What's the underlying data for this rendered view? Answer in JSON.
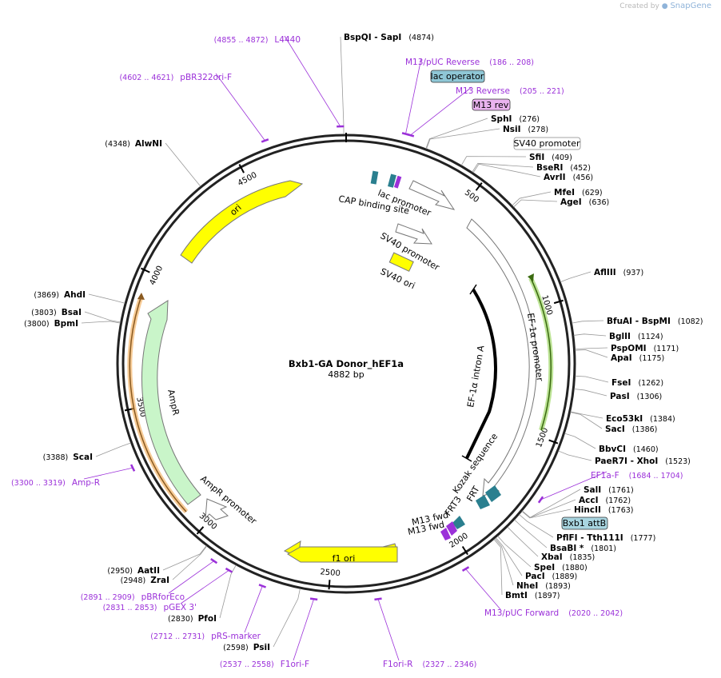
{
  "credit": {
    "prefix": "Created by",
    "brand": "SnapGene"
  },
  "plasmid": {
    "name": "Bxb1-GA Donor_hEF1a",
    "size_label": "4882 bp",
    "length": 4882
  },
  "colors": {
    "backbone": "#222222",
    "primer": "#9b30d9",
    "enzyme": "#000000",
    "feature_outline": "#888888",
    "ori": "#ffff00",
    "ampr": "#c9f5c9",
    "ef1a": "#ffffff",
    "ef1a_glow": "#8fd14f",
    "ampr_glow": "#f0a040",
    "frt": "#2a7f8f",
    "lac_operator": "#8fc7d6",
    "m13_rev": "#e9b3ee",
    "bxb1": "#a8d5e0"
  },
  "ticks": [
    {
      "pos": 500,
      "label": "500"
    },
    {
      "pos": 1000,
      "label": "1000"
    },
    {
      "pos": 1500,
      "label": "1500"
    },
    {
      "pos": 2000,
      "label": "2000"
    },
    {
      "pos": 2500,
      "label": "2500"
    },
    {
      "pos": 3000,
      "label": "3000"
    },
    {
      "pos": 3500,
      "label": "3500"
    },
    {
      "pos": 4000,
      "label": "4000"
    },
    {
      "pos": 4500,
      "label": "4500"
    }
  ],
  "enzymes_right": [
    {
      "name": "BspQI",
      "name2": "SapI",
      "pos": "(4874)"
    },
    {
      "name": "SphI",
      "pos": "(276)"
    },
    {
      "name": "NsiI",
      "pos": "(278)"
    },
    {
      "name": "SfiI",
      "pos": "(409)"
    },
    {
      "name": "BseRI",
      "pos": "(452)"
    },
    {
      "name": "AvrII",
      "pos": "(456)"
    },
    {
      "name": "MfeI",
      "pos": "(629)"
    },
    {
      "name": "AgeI",
      "pos": "(636)"
    },
    {
      "name": "AflIII",
      "pos": "(937)"
    },
    {
      "name": "BfuAI",
      "name2": "BspMI",
      "pos": "(1082)"
    },
    {
      "name": "BglII",
      "pos": "(1124)"
    },
    {
      "name": "PspOMI",
      "pos": "(1171)"
    },
    {
      "name": "ApaI",
      "pos": "(1175)"
    },
    {
      "name": "FseI",
      "pos": "(1262)"
    },
    {
      "name": "PasI",
      "pos": "(1306)"
    },
    {
      "name": "Eco53kI",
      "pos": "(1384)"
    },
    {
      "name": "SacI",
      "pos": "(1386)"
    },
    {
      "name": "BbvCI",
      "pos": "(1460)"
    },
    {
      "name": "PaeR7I",
      "name2": "XhoI",
      "pos": "(1523)"
    },
    {
      "name": "SalI",
      "pos": "(1761)"
    },
    {
      "name": "AccI",
      "pos": "(1762)"
    },
    {
      "name": "HincII",
      "pos": "(1763)"
    },
    {
      "name": "PflFI",
      "name2": "Tth111I",
      "pos": "(1777)"
    },
    {
      "name": "BsaBI",
      "star": "*",
      "pos": "(1801)"
    },
    {
      "name": "XbaI",
      "pos": "(1835)"
    },
    {
      "name": "SpeI",
      "pos": "(1880)"
    },
    {
      "name": "PacI",
      "pos": "(1889)"
    },
    {
      "name": "NheI",
      "pos": "(1893)"
    },
    {
      "name": "BmtI",
      "pos": "(1897)"
    }
  ],
  "enzymes_left": [
    {
      "name": "AlwNI",
      "pos": "(4348)"
    },
    {
      "name": "AhdI",
      "pos": "(3869)"
    },
    {
      "name": "BsaI",
      "pos": "(3803)"
    },
    {
      "name": "BpmI",
      "pos": "(3800)"
    },
    {
      "name": "ScaI",
      "pos": "(3388)"
    },
    {
      "name": "AatII",
      "pos": "(2950)"
    },
    {
      "name": "ZraI",
      "pos": "(2948)"
    },
    {
      "name": "PfoI",
      "pos": "(2830)"
    },
    {
      "name": "PsiI",
      "pos": "(2598)"
    }
  ],
  "primers": [
    {
      "name": "L4440",
      "range": "(4855 .. 4872)"
    },
    {
      "name": "pBR322ori-F",
      "range": "(4602 .. 4621)"
    },
    {
      "name": "M13/pUC Reverse",
      "range": "(186 .. 208)"
    },
    {
      "name": "M13 Reverse",
      "range": "(205 .. 221)"
    },
    {
      "name": "EF1a-F",
      "range": "(1684 .. 1704)"
    },
    {
      "name": "M13/pUC Forward",
      "range": "(2020 .. 2042)"
    },
    {
      "name": "F1ori-R",
      "range": "(2327 .. 2346)"
    },
    {
      "name": "F1ori-F",
      "range": "(2537 .. 2558)"
    },
    {
      "name": "pRS-marker",
      "range": "(2712 .. 2731)"
    },
    {
      "name": "pGEX 3'",
      "range": "(2831 .. 2853)"
    },
    {
      "name": "pBRforEco",
      "range": "(2891 .. 2909)"
    },
    {
      "name": "Amp-R",
      "range": "(3300 .. 3319)"
    }
  ],
  "boxed_labels": {
    "lac_operator": "lac operator",
    "m13_rev": "M13 rev",
    "sv40_promoter": "SV40 promoter",
    "bxb1_attb": "Bxb1 attB"
  },
  "features": {
    "ori": "ori",
    "ampr": "AmpR",
    "ampr_promoter": "AmpR promoter",
    "f1_ori": "f1 ori",
    "lac_promoter": "lac promoter",
    "cap_site": "CAP binding site",
    "sv40_promoter": "SV40 promoter",
    "sv40_ori": "SV40 ori",
    "ef1a_promoter": "EF-1α promoter",
    "ef1a_intron": "EF-1α intron A",
    "kozak": "Kozak sequence",
    "frt": "FRT",
    "frt3": "FRT3",
    "m13_fwd_1": "M13 fwd",
    "m13_fwd_2": "M13 fwd"
  }
}
